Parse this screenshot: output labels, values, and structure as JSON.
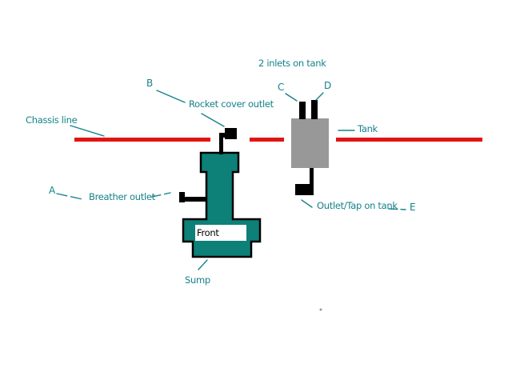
{
  "diagram": {
    "labels": {
      "chassis_line": "Chassis line",
      "a": "A",
      "b": "B",
      "c": "C",
      "d": "D",
      "e": "E",
      "rocket_cover_outlet": "Rocket cover outlet",
      "breather_outlet": "Breather outlet",
      "two_inlets": "2 inlets on tank",
      "tank": "Tank",
      "outlet_tap": "Outlet/Tap on tank",
      "sump": "Sump",
      "front": "Front"
    },
    "colors": {
      "label_teal": "#14828a",
      "sump_teal": "#0d8078",
      "tank_gray": "#989898",
      "line_red": "#e11414",
      "pipe_black": "#000000",
      "front_text": "#000000"
    }
  }
}
